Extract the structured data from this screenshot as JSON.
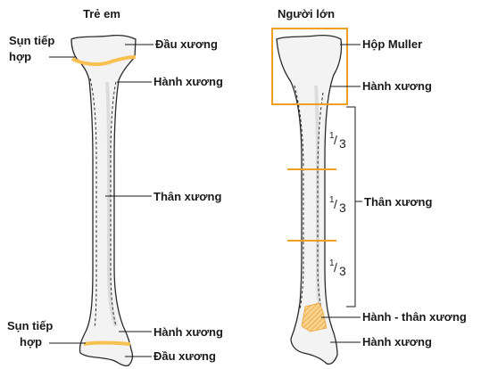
{
  "child": {
    "title": "Trẻ em",
    "labels": {
      "sun_tiep_hop_top_line1": "Sụn tiếp",
      "sun_tiep_hop_top_line2": "hợp",
      "dau_xuong_top": "Đầu xương",
      "hanh_xuong_top": "Hành xương",
      "than_xuong": "Thân xương",
      "sun_tiep_hop_bottom_line1": "Sụn tiếp",
      "sun_tiep_hop_bottom_line2": "hợp",
      "hanh_xuong_bottom": "Hành xương",
      "dau_xuong_bottom": "Đầu xương"
    }
  },
  "adult": {
    "title": "Người lớn",
    "labels": {
      "hop_muller": "Hộp Muller",
      "hanh_xuong_top": "Hành xương",
      "than_xuong": "Thân xương",
      "hanh_than_xuong": "Hành - thân xương",
      "hanh_xuong_bottom": "Hành xương"
    },
    "fraction_numerator": "1",
    "fraction_denominator": "3"
  },
  "colors": {
    "accent_orange": "#f0a020",
    "growth_plate": "#f7c052",
    "hatch_fill": "#f6c777"
  }
}
